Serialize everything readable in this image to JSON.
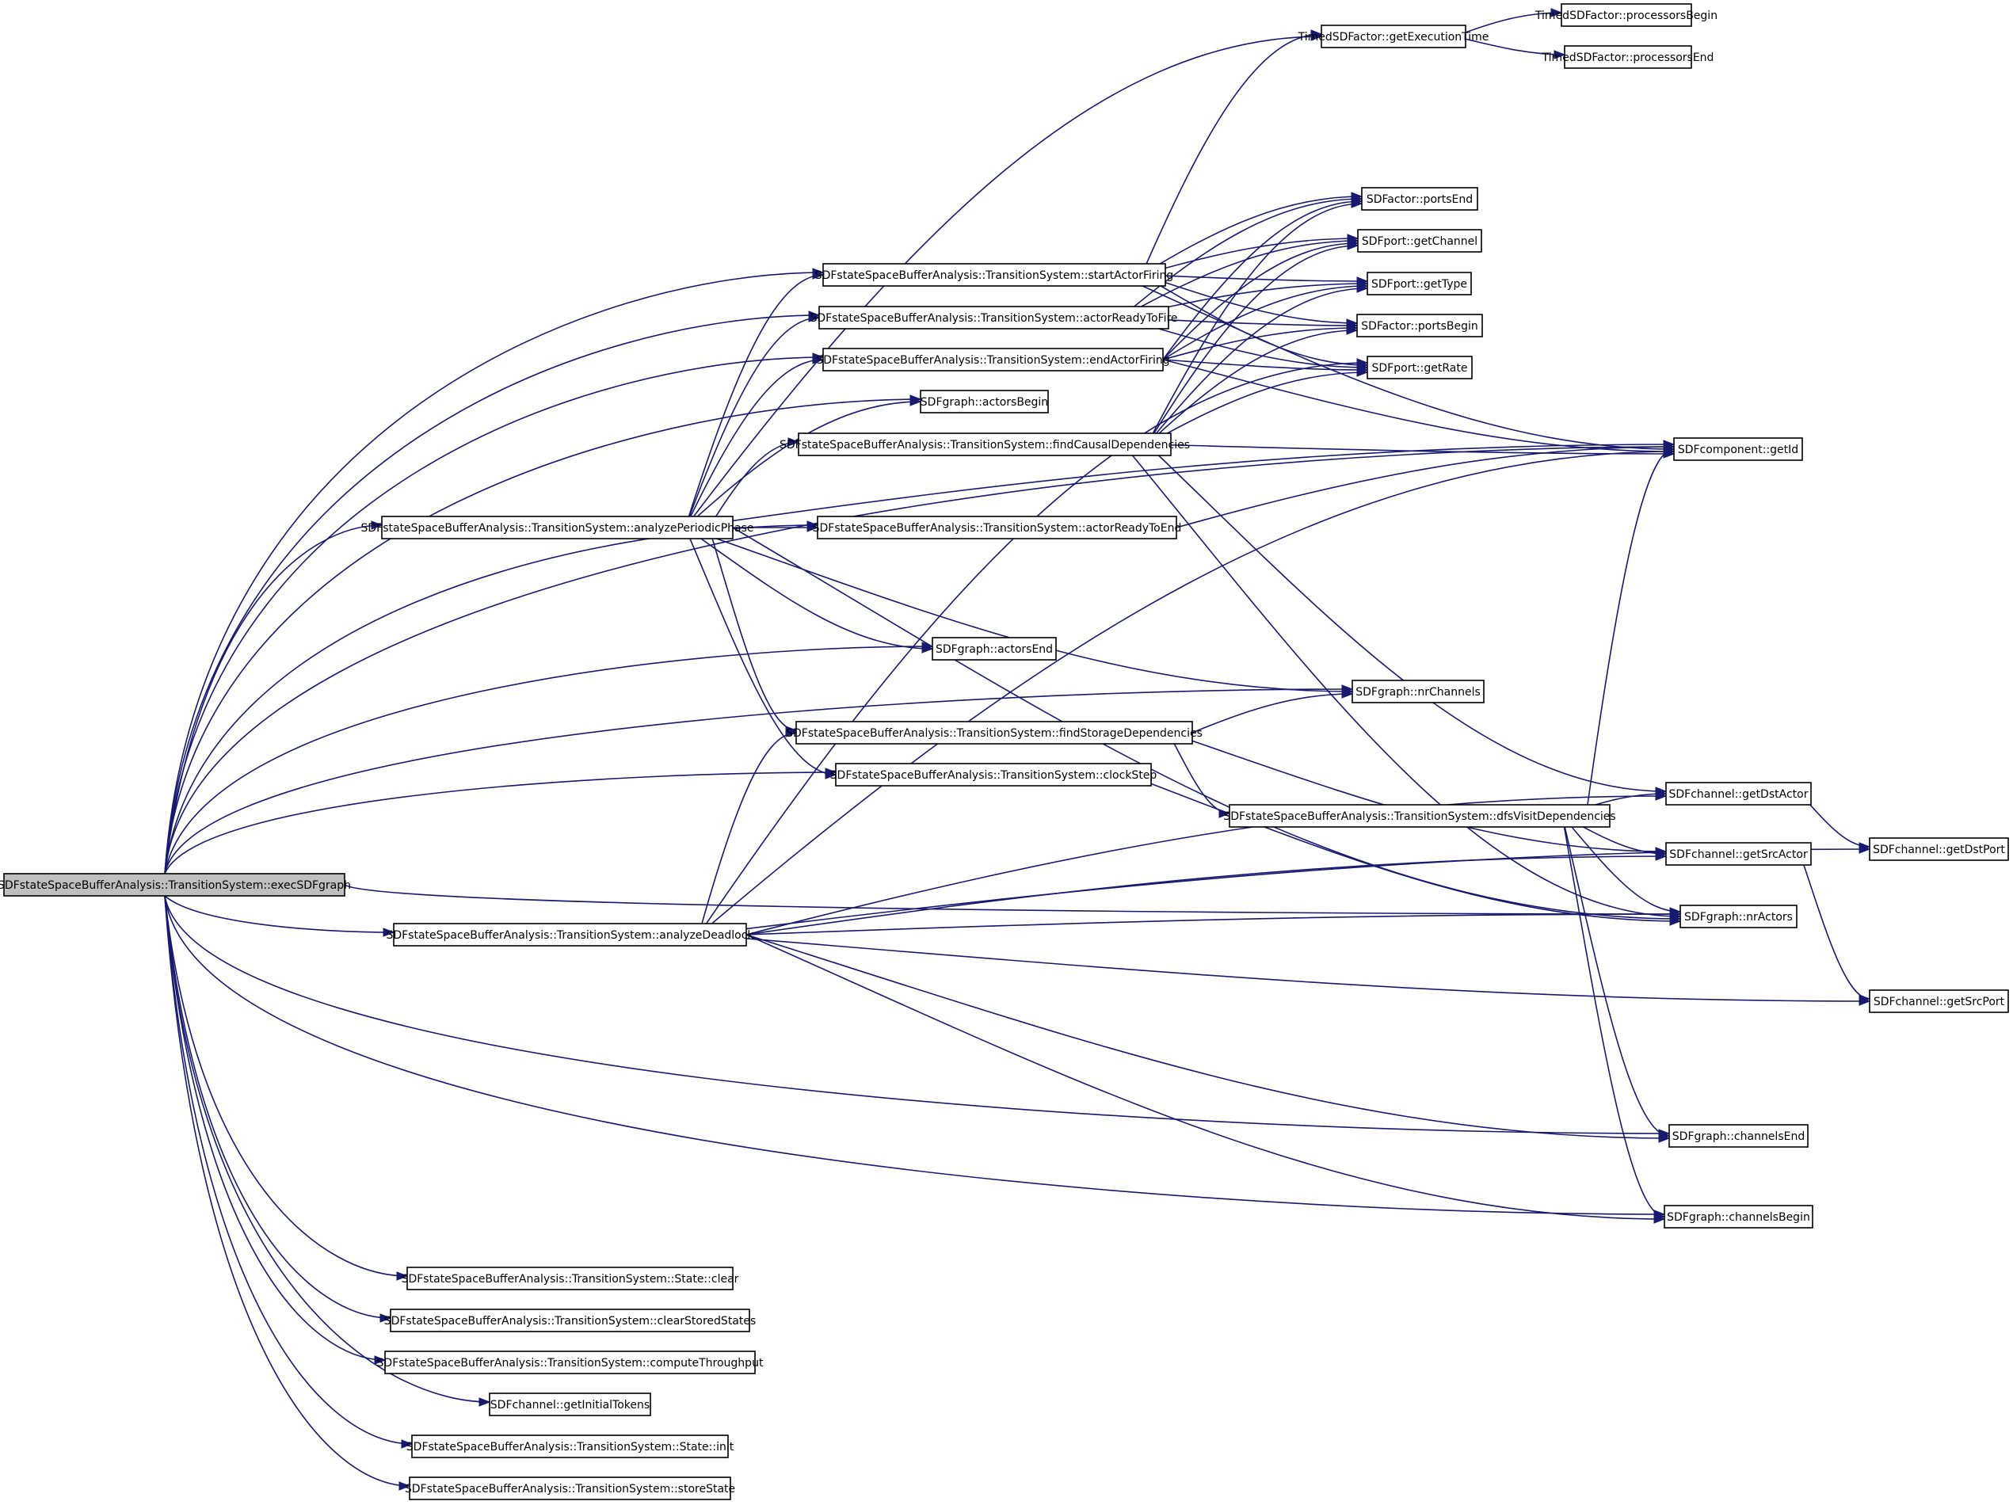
{
  "diagram": {
    "type": "call-graph",
    "root": "execSDFgraph",
    "colors": {
      "edge": "#191970",
      "node_border": "#000000",
      "node_fill": "#ffffff",
      "root_fill": "#bfbfbf"
    },
    "nodes": {
      "execSDFgraph": "SDFstateSpaceBufferAnalysis::TransitionSystem::execSDFgraph",
      "getExecutionTime": "TimedSDFactor::getExecutionTime",
      "processorsBegin": "TimedSDFactor::processorsBegin",
      "processorsEnd": "TimedSDFactor::processorsEnd",
      "startActorFiring": "SDFstateSpaceBufferAnalysis::TransitionSystem::startActorFiring",
      "actorReadyToFire": "SDFstateSpaceBufferAnalysis::TransitionSystem::actorReadyToFire",
      "endActorFiring": "SDFstateSpaceBufferAnalysis::TransitionSystem::endActorFiring",
      "portsEnd": "SDFactor::portsEnd",
      "getChannel": "SDFport::getChannel",
      "getType": "SDFport::getType",
      "portsBegin": "SDFactor::portsBegin",
      "getRate": "SDFport::getRate",
      "actorsBegin": "SDFgraph::actorsBegin",
      "findCausalDependencies": "SDFstateSpaceBufferAnalysis::TransitionSystem::findCausalDependencies",
      "getId": "SDFcomponent::getId",
      "analyzePeriodicPhase": "SDFstateSpaceBufferAnalysis::TransitionSystem::analyzePeriodicPhase",
      "actorReadyToEnd": "SDFstateSpaceBufferAnalysis::TransitionSystem::actorReadyToEnd",
      "actorsEnd": "SDFgraph::actorsEnd",
      "nrChannels": "SDFgraph::nrChannels",
      "findStorageDependencies": "SDFstateSpaceBufferAnalysis::TransitionSystem::findStorageDependencies",
      "clockStep": "SDFstateSpaceBufferAnalysis::TransitionSystem::clockStep",
      "dfsVisitDependencies": "SDFstateSpaceBufferAnalysis::TransitionSystem::dfsVisitDependencies",
      "getDstActor": "SDFchannel::getDstActor",
      "getDstPort": "SDFchannel::getDstPort",
      "getSrcActor": "SDFchannel::getSrcActor",
      "nrActors": "SDFgraph::nrActors",
      "analyzeDeadlock": "SDFstateSpaceBufferAnalysis::TransitionSystem::analyzeDeadlock",
      "getSrcPort": "SDFchannel::getSrcPort",
      "channelsEnd": "SDFgraph::channelsEnd",
      "channelsBegin": "SDFgraph::channelsBegin",
      "stateClear": "SDFstateSpaceBufferAnalysis::TransitionSystem::State::clear",
      "clearStoredStates": "SDFstateSpaceBufferAnalysis::TransitionSystem::clearStoredStates",
      "computeThroughput": "SDFstateSpaceBufferAnalysis::TransitionSystem::computeThroughput",
      "getInitialTokens": "SDFchannel::getInitialTokens",
      "stateInit": "SDFstateSpaceBufferAnalysis::TransitionSystem::State::init",
      "storeState": "SDFstateSpaceBufferAnalysis::TransitionSystem::storeState"
    },
    "edges": [
      [
        "execSDFgraph",
        "getId"
      ],
      [
        "execSDFgraph",
        "startActorFiring"
      ],
      [
        "execSDFgraph",
        "actorReadyToFire"
      ],
      [
        "execSDFgraph",
        "endActorFiring"
      ],
      [
        "execSDFgraph",
        "actorsBegin"
      ],
      [
        "execSDFgraph",
        "analyzePeriodicPhase"
      ],
      [
        "execSDFgraph",
        "actorReadyToEnd"
      ],
      [
        "execSDFgraph",
        "actorsEnd"
      ],
      [
        "execSDFgraph",
        "nrChannels"
      ],
      [
        "execSDFgraph",
        "clockStep"
      ],
      [
        "execSDFgraph",
        "analyzeDeadlock"
      ],
      [
        "execSDFgraph",
        "nrActors"
      ],
      [
        "execSDFgraph",
        "channelsEnd"
      ],
      [
        "execSDFgraph",
        "channelsBegin"
      ],
      [
        "execSDFgraph",
        "stateClear"
      ],
      [
        "execSDFgraph",
        "clearStoredStates"
      ],
      [
        "execSDFgraph",
        "computeThroughput"
      ],
      [
        "execSDFgraph",
        "getInitialTokens"
      ],
      [
        "execSDFgraph",
        "stateInit"
      ],
      [
        "execSDFgraph",
        "storeState"
      ],
      [
        "getExecutionTime",
        "processorsBegin"
      ],
      [
        "getExecutionTime",
        "processorsEnd"
      ],
      [
        "startActorFiring",
        "getExecutionTime"
      ],
      [
        "startActorFiring",
        "portsEnd"
      ],
      [
        "startActorFiring",
        "getChannel"
      ],
      [
        "startActorFiring",
        "getType"
      ],
      [
        "startActorFiring",
        "portsBegin"
      ],
      [
        "startActorFiring",
        "getRate"
      ],
      [
        "startActorFiring",
        "getId"
      ],
      [
        "actorReadyToFire",
        "portsEnd"
      ],
      [
        "actorReadyToFire",
        "getChannel"
      ],
      [
        "actorReadyToFire",
        "getType"
      ],
      [
        "actorReadyToFire",
        "portsBegin"
      ],
      [
        "actorReadyToFire",
        "getRate"
      ],
      [
        "endActorFiring",
        "portsEnd"
      ],
      [
        "endActorFiring",
        "getChannel"
      ],
      [
        "endActorFiring",
        "getType"
      ],
      [
        "endActorFiring",
        "portsBegin"
      ],
      [
        "endActorFiring",
        "getRate"
      ],
      [
        "endActorFiring",
        "getId"
      ],
      [
        "findCausalDependencies",
        "portsEnd"
      ],
      [
        "findCausalDependencies",
        "getChannel"
      ],
      [
        "findCausalDependencies",
        "getType"
      ],
      [
        "findCausalDependencies",
        "portsBegin"
      ],
      [
        "findCausalDependencies",
        "getRate"
      ],
      [
        "findCausalDependencies",
        "getId"
      ],
      [
        "findCausalDependencies",
        "getDstActor"
      ],
      [
        "findCausalDependencies",
        "nrActors"
      ],
      [
        "analyzePeriodicPhase",
        "startActorFiring"
      ],
      [
        "analyzePeriodicPhase",
        "getExecutionTime"
      ],
      [
        "analyzePeriodicPhase",
        "actorReadyToFire"
      ],
      [
        "analyzePeriodicPhase",
        "endActorFiring"
      ],
      [
        "analyzePeriodicPhase",
        "actorsBegin"
      ],
      [
        "analyzePeriodicPhase",
        "findCausalDependencies"
      ],
      [
        "analyzePeriodicPhase",
        "getId"
      ],
      [
        "analyzePeriodicPhase",
        "actorReadyToEnd"
      ],
      [
        "analyzePeriodicPhase",
        "actorsEnd"
      ],
      [
        "analyzePeriodicPhase",
        "nrChannels"
      ],
      [
        "analyzePeriodicPhase",
        "findStorageDependencies"
      ],
      [
        "analyzePeriodicPhase",
        "clockStep"
      ],
      [
        "analyzePeriodicPhase",
        "nrActors"
      ],
      [
        "actorReadyToEnd",
        "getId"
      ],
      [
        "findStorageDependencies",
        "nrChannels"
      ],
      [
        "findStorageDependencies",
        "dfsVisitDependencies"
      ],
      [
        "findStorageDependencies",
        "getSrcActor"
      ],
      [
        "clockStep",
        "nrActors"
      ],
      [
        "dfsVisitDependencies",
        "getId"
      ],
      [
        "dfsVisitDependencies",
        "getDstActor"
      ],
      [
        "dfsVisitDependencies",
        "getSrcActor"
      ],
      [
        "dfsVisitDependencies",
        "nrActors"
      ],
      [
        "dfsVisitDependencies",
        "channelsEnd"
      ],
      [
        "dfsVisitDependencies",
        "channelsBegin"
      ],
      [
        "getDstActor",
        "getDstPort"
      ],
      [
        "getSrcActor",
        "getSrcPort"
      ],
      [
        "analyzeDeadlock",
        "findStorageDependencies"
      ],
      [
        "analyzeDeadlock",
        "getRate"
      ],
      [
        "analyzeDeadlock",
        "getId"
      ],
      [
        "analyzeDeadlock",
        "getDstActor"
      ],
      [
        "analyzeDeadlock",
        "getSrcActor"
      ],
      [
        "analyzeDeadlock",
        "nrActors"
      ],
      [
        "analyzeDeadlock",
        "getDstPort"
      ],
      [
        "analyzeDeadlock",
        "getSrcPort"
      ],
      [
        "analyzeDeadlock",
        "channelsEnd"
      ],
      [
        "analyzeDeadlock",
        "channelsBegin"
      ]
    ]
  }
}
